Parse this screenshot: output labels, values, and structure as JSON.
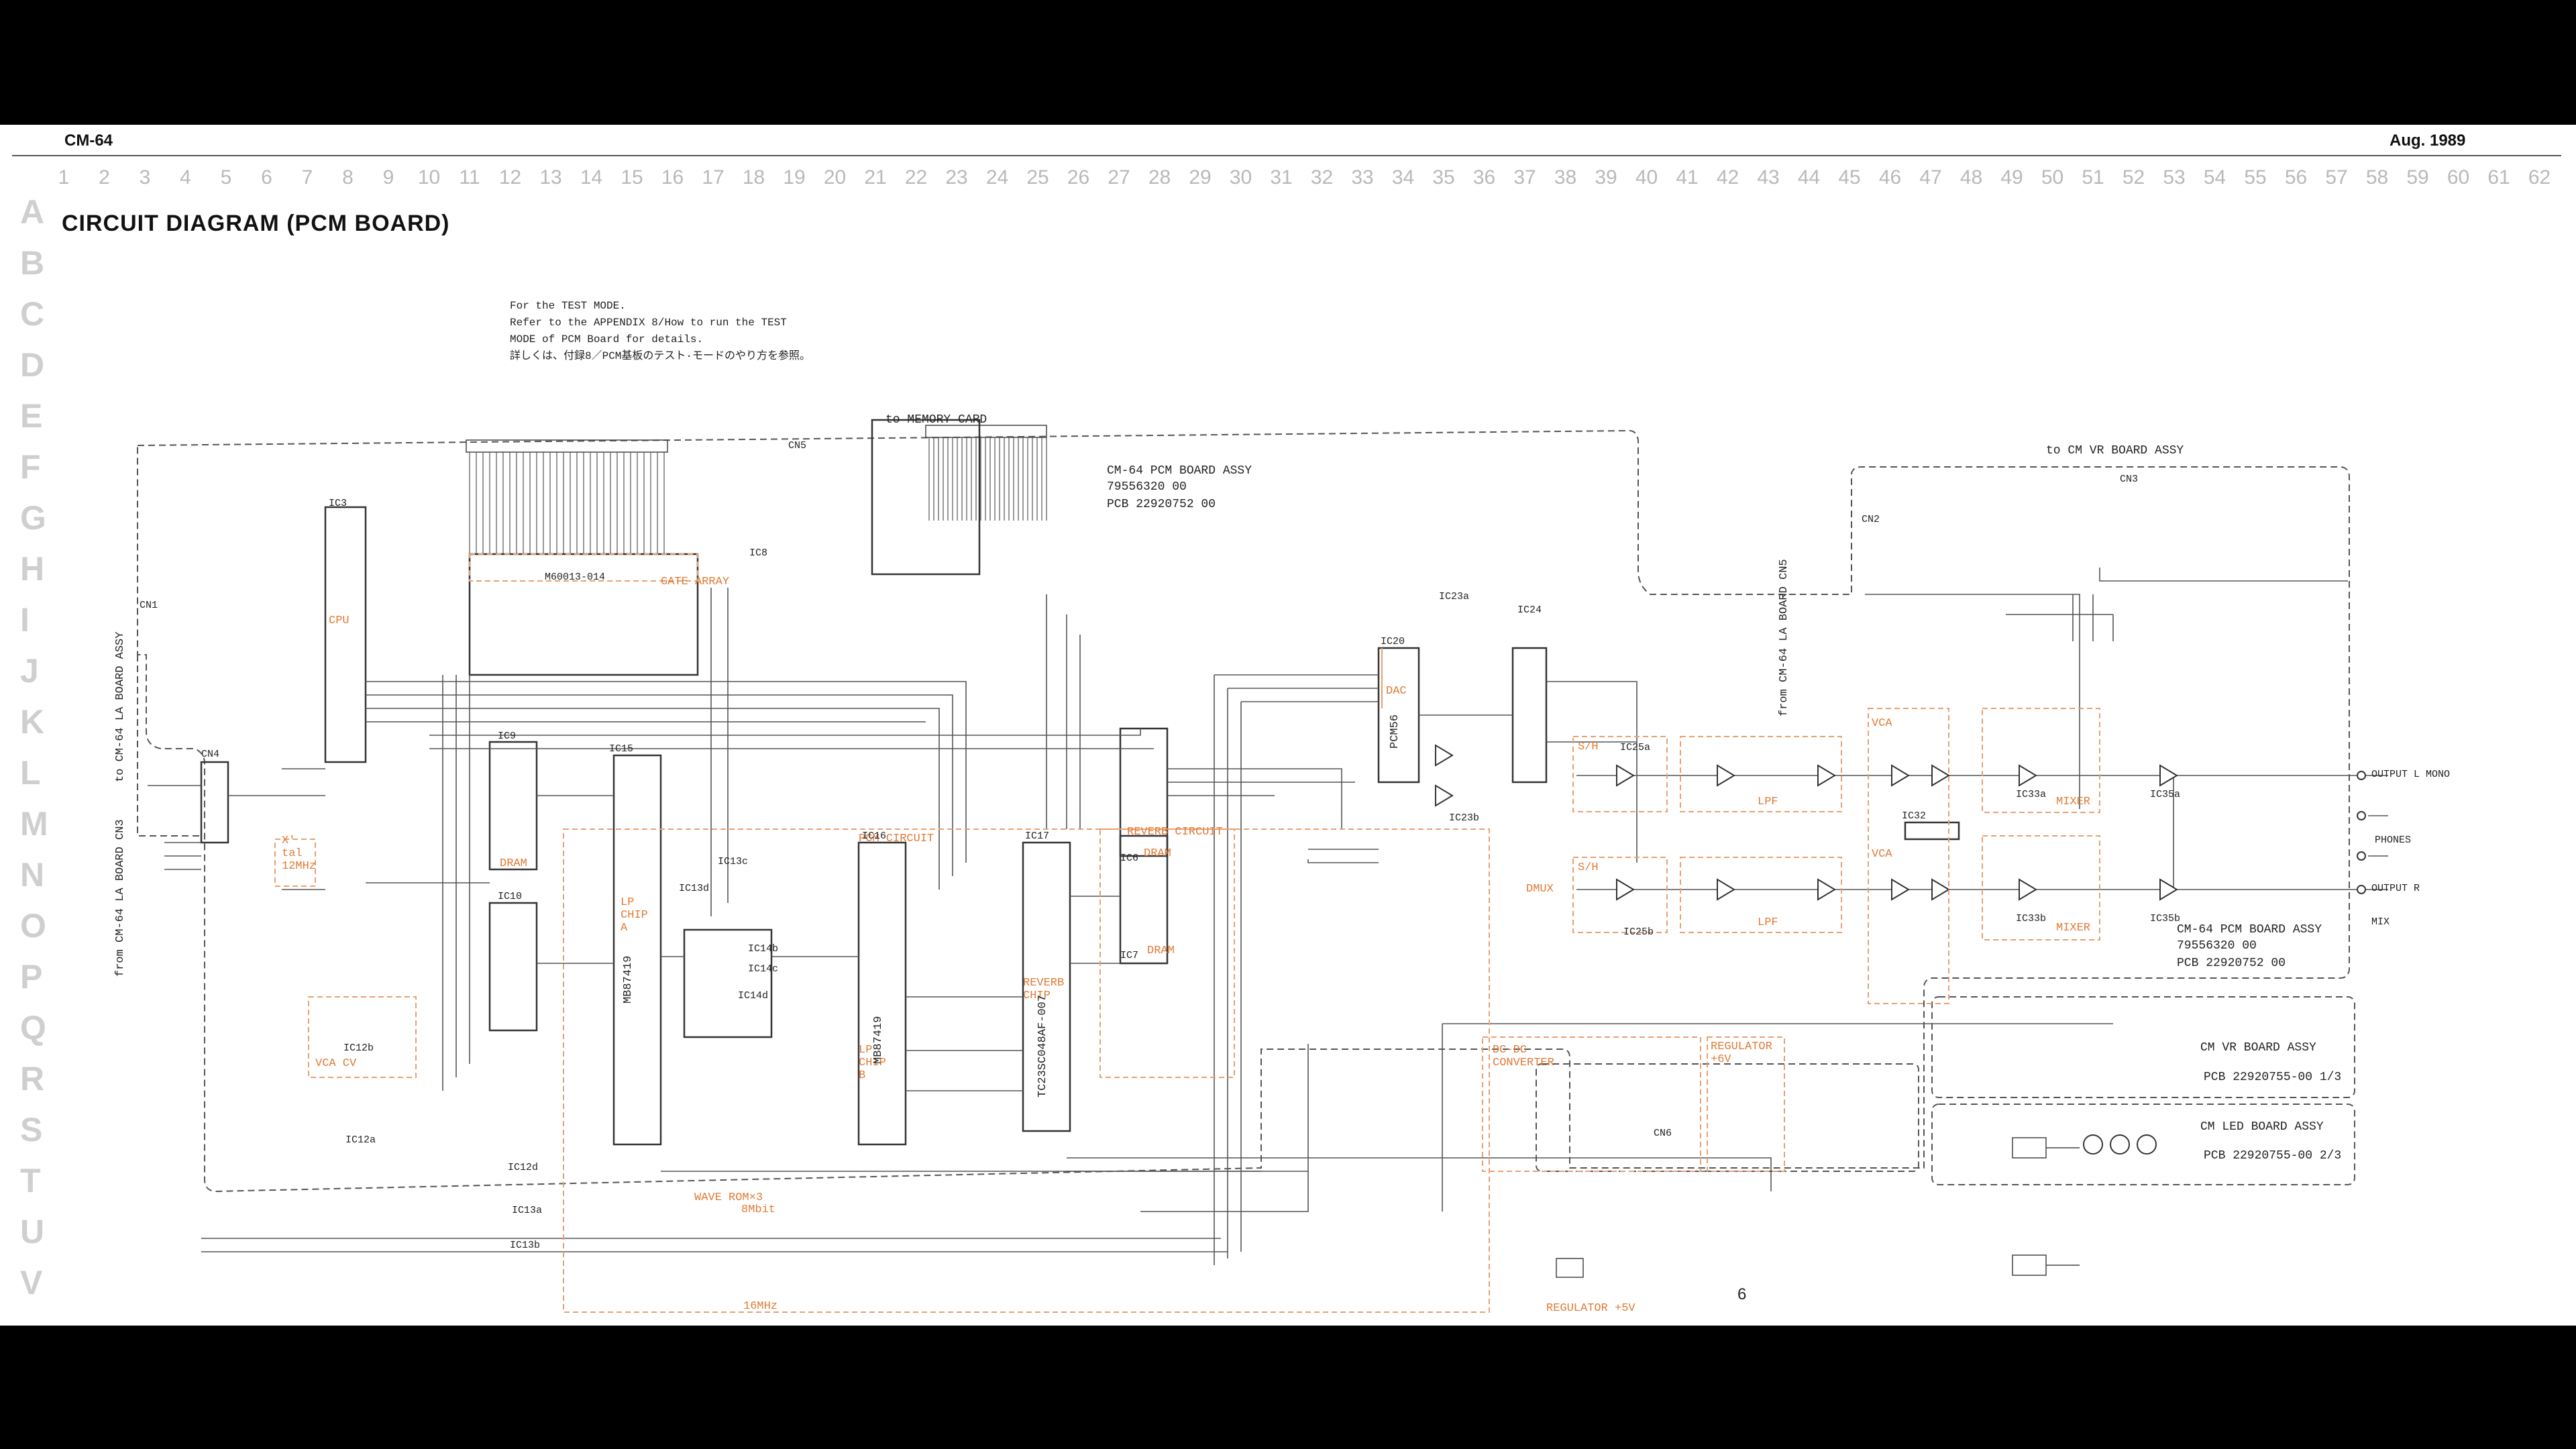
{
  "header": {
    "model": "CM-64",
    "date": "Aug. 1989"
  },
  "title": "CIRCUIT DIAGRAM (PCM BOARD)",
  "grid": {
    "columns": [
      "1",
      "2",
      "3",
      "4",
      "5",
      "6",
      "7",
      "8",
      "9",
      "10",
      "11",
      "12",
      "13",
      "14",
      "15",
      "16",
      "17",
      "18",
      "19",
      "20",
      "21",
      "22",
      "23",
      "24",
      "25",
      "26",
      "27",
      "28",
      "29",
      "30",
      "31",
      "32",
      "33",
      "34",
      "35",
      "36",
      "37",
      "38",
      "39",
      "40",
      "41",
      "42",
      "43",
      "44",
      "45",
      "46",
      "47",
      "48",
      "49",
      "50",
      "51",
      "52",
      "53",
      "54",
      "55",
      "56",
      "57",
      "58",
      "59",
      "60",
      "61",
      "62"
    ],
    "rows": [
      "A",
      "B",
      "C",
      "D",
      "E",
      "F",
      "G",
      "H",
      "I",
      "J",
      "K",
      "L",
      "M",
      "N",
      "O",
      "P",
      "Q",
      "R",
      "S",
      "T",
      "U",
      "V"
    ]
  },
  "test_note": {
    "line1": "For the TEST MODE.",
    "line2": "Refer to the APPENDIX 8/How to run the TEST",
    "line3": "MODE of PCM Board for details.",
    "line4": "詳しくは、付録8／PCM基板のテスト·モードのやり方を参照。"
  },
  "connectors": {
    "memory_card": "to MEMORY CARD",
    "cm_vr_board": "to CM VR BOARD ASSY",
    "la_cn3_left": "to CM-64 LA BOARD ASSY",
    "la_cn3_bottom": "from CM-64 LA BOARD CN3",
    "la_cn5": "from CM-64 LA BOARD CN5",
    "cn1": "CN1",
    "cn4": "CN4",
    "cn5": "CN5",
    "cn2": "CN2",
    "cn3": "CN3",
    "cn6": "CN6"
  },
  "assy_blocks": {
    "pcm_top": {
      "name": "CM-64 PCM BOARD ASSY",
      "number": "79556320 00",
      "pcb": "PCB 22920752 00"
    },
    "pcm_right": {
      "name": "CM-64 PCM BOARD ASSY",
      "number": "79556320 00",
      "pcb": "PCB 22920752 00"
    },
    "vr": {
      "name": "CM VR BOARD ASSY",
      "pcb": "PCB 22920755-00 1/3"
    },
    "led": {
      "name": "CM LED BOARD ASSY",
      "pcb": "PCB 22920755-00 2/3"
    }
  },
  "blocks": {
    "cpu": "CPU",
    "gate_array": "GATE ARRAY",
    "ic8": "IC8",
    "gate_part": "M60013-014",
    "crystal": "X' tal 12MHz",
    "vca_cv": "VCA CV",
    "pcm_circuit": "PCM CIRCUIT",
    "reverb_circuit": "REVERB CIRCUIT",
    "dram1": "DRAM",
    "dram2": "DRAM",
    "dram3": "DRAM",
    "lp_chip_a": "LP CHIP A",
    "lp_chip_b": "LP CHIP B",
    "reverb_chip": "REVERB CHIP",
    "wave_rom": "WAVE ROM×3",
    "wave_rom_size": "8Mbit",
    "freq": "16MHz",
    "dac": "DAC",
    "dmux": "DMUX",
    "sh1": "S/H",
    "sh2": "S/H",
    "lpf1": "LPF",
    "lpf2": "LPF",
    "vca1": "VCA",
    "vca2": "VCA",
    "mixer1": "MIXER",
    "mixer2": "MIXER",
    "dcdc": "DC-DC CONVERTER",
    "reg6": "REGULATOR +6V",
    "reg5": "REGULATOR +5V"
  },
  "ic_labels": {
    "ic3": "IC3",
    "ic9": "IC9",
    "ic10": "IC10",
    "ic15": "IC15",
    "ic16": "IC16",
    "ic17": "IC17",
    "ic6": "IC6",
    "ic7": "IC7",
    "ic20": "IC20",
    "ic24": "IC24",
    "ic23a": "IC23a",
    "ic23b": "IC23b",
    "ic25a": "IC25a",
    "ic25b": "IC25b",
    "ic32": "IC32",
    "ic33a": "IC33a",
    "ic33b": "IC33b",
    "ic35a": "IC35a",
    "ic35b": "IC35b",
    "ic12b": "IC12b",
    "ic12a": "IC12a",
    "ic13d": "IC13d",
    "ic13c": "IC13c",
    "ic13b": "IC13b",
    "ic12d": "IC12d",
    "ic13a": "IC13a",
    "ic14b": "IC14b",
    "ic14c": "IC14c",
    "ic14d": "IC14d",
    "ic15_part": "MB87419",
    "ic16_part": "MB87419",
    "ic17_part": "TC23SC048AF-007",
    "ic20_part": "PCM56"
  },
  "outputs": {
    "jk1": "OUTPUT L MONO",
    "jk2": "PHONES",
    "jk3": "OUTPUT R",
    "jk4": "MIX"
  },
  "page_number": "6"
}
